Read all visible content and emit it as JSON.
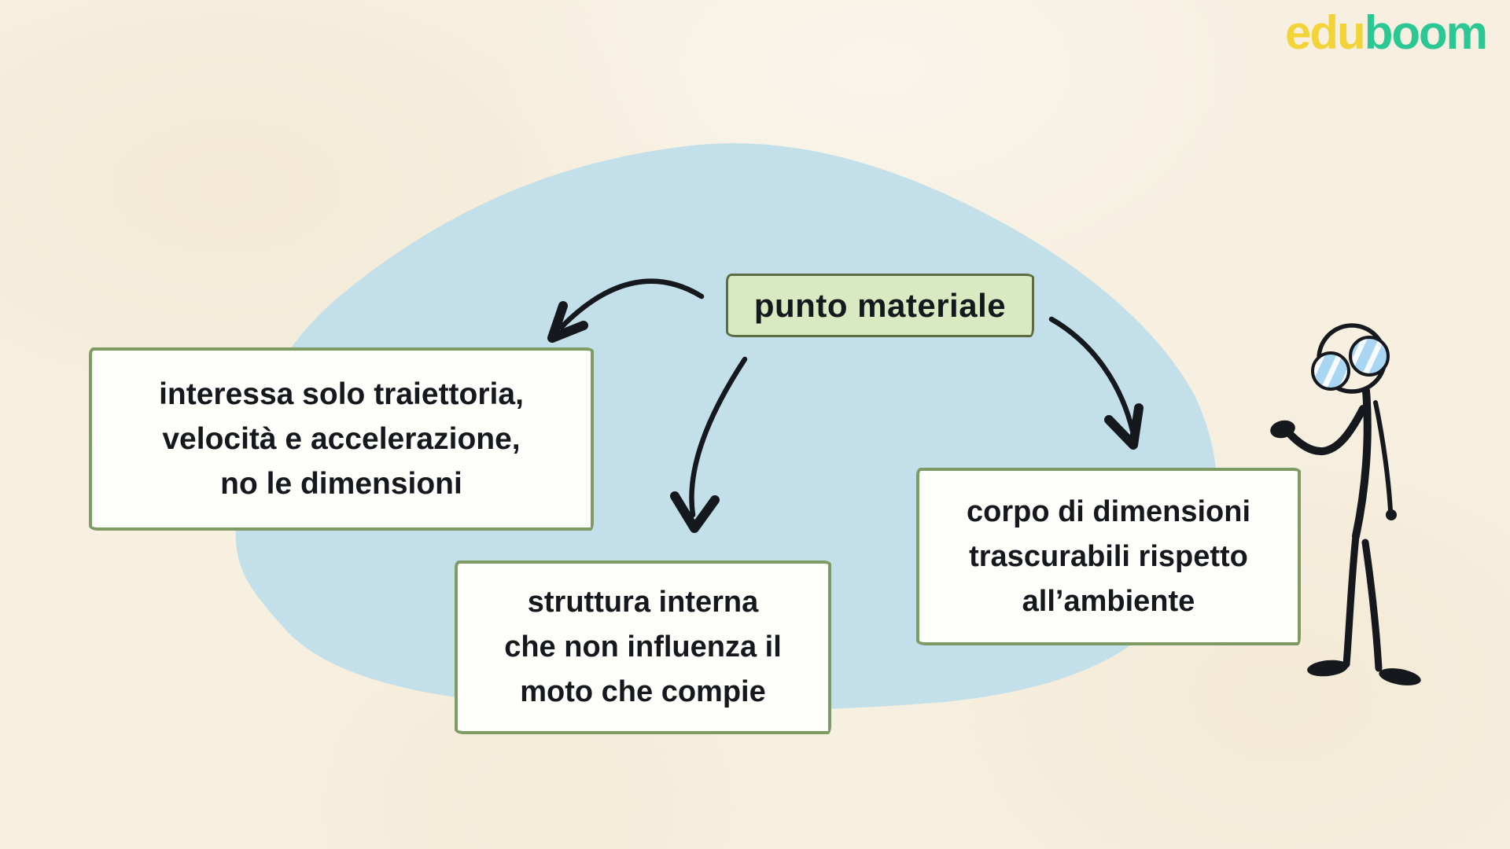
{
  "logo": {
    "text_edu": "edu",
    "text_boom": "boom",
    "color_edu": "#f2d438",
    "color_boom": "#2bc795"
  },
  "concept_map": {
    "root_label": "punto materiale",
    "branches": [
      {
        "position": "left",
        "lines": [
          "interessa solo traiettoria,",
          "velocità e accelerazione,",
          "no le dimensioni"
        ]
      },
      {
        "position": "bottom",
        "lines": [
          "struttura interna",
          "che non influenza il",
          "moto che compie"
        ]
      },
      {
        "position": "right",
        "lines": [
          "corpo di dimensioni",
          "trascurabili rispetto",
          "all’ambiente"
        ]
      }
    ]
  },
  "colors": {
    "background": "#f7f0e1",
    "blob": "#c3e0ea",
    "root_box_fill": "#d9e9c1",
    "root_box_border": "#5c6b42",
    "branch_box_fill": "#fdfdfa",
    "branch_box_border": "#7d9b62",
    "ink": "#15181c",
    "lens_blue": "#a9d6f2"
  },
  "figure": {
    "name": "stick-figure-with-glasses"
  }
}
